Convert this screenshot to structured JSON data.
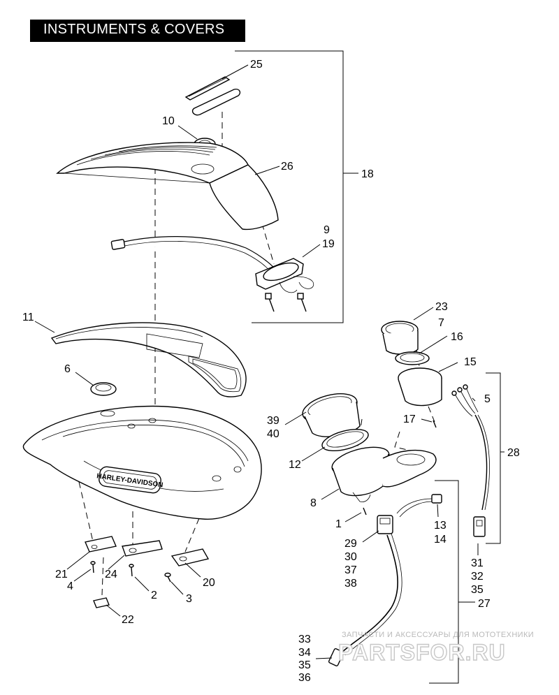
{
  "page": {
    "title": "INSTRUMENTS & COVERS"
  },
  "colors": {
    "ink": "#000000",
    "paper": "#ffffff",
    "watermark_text": "#b9b9b9",
    "watermark_logo_outline": "#c7c7c7"
  },
  "callouts": {
    "c1": "1",
    "c2": "2",
    "c3": "3",
    "c4": "4",
    "c5": "5",
    "c6": "6",
    "c7": "7",
    "c8": "8",
    "c9": "9",
    "c10": "10",
    "c11": "11",
    "c12": "12",
    "c13": "13",
    "c14": "14",
    "c15": "15",
    "c16": "16",
    "c17": "17",
    "c18": "18",
    "c19": "19",
    "c20": "20",
    "c21": "21",
    "c22": "22",
    "c23": "23",
    "c24": "24",
    "c25": "25",
    "c26": "26",
    "c27": "27",
    "c28": "28",
    "c29": "29",
    "c30": "30",
    "c31": "31",
    "c32": "32",
    "c33": "33",
    "c34": "34",
    "c35a": "35",
    "c35b": "35",
    "c36": "36",
    "c37": "37",
    "c38": "38",
    "c39": "39",
    "c40": "40"
  },
  "emblem": {
    "text": "HARLEY-DAVIDSON"
  },
  "watermark": {
    "caption": "ЗАПЧАСТИ И АКСЕССУАРЫ ДЛЯ МОТОТЕХНИКИ",
    "logo": "PARTSFOR.RU"
  },
  "icons": {
    "callout_leader": "line",
    "group_bracket": "bracket"
  }
}
